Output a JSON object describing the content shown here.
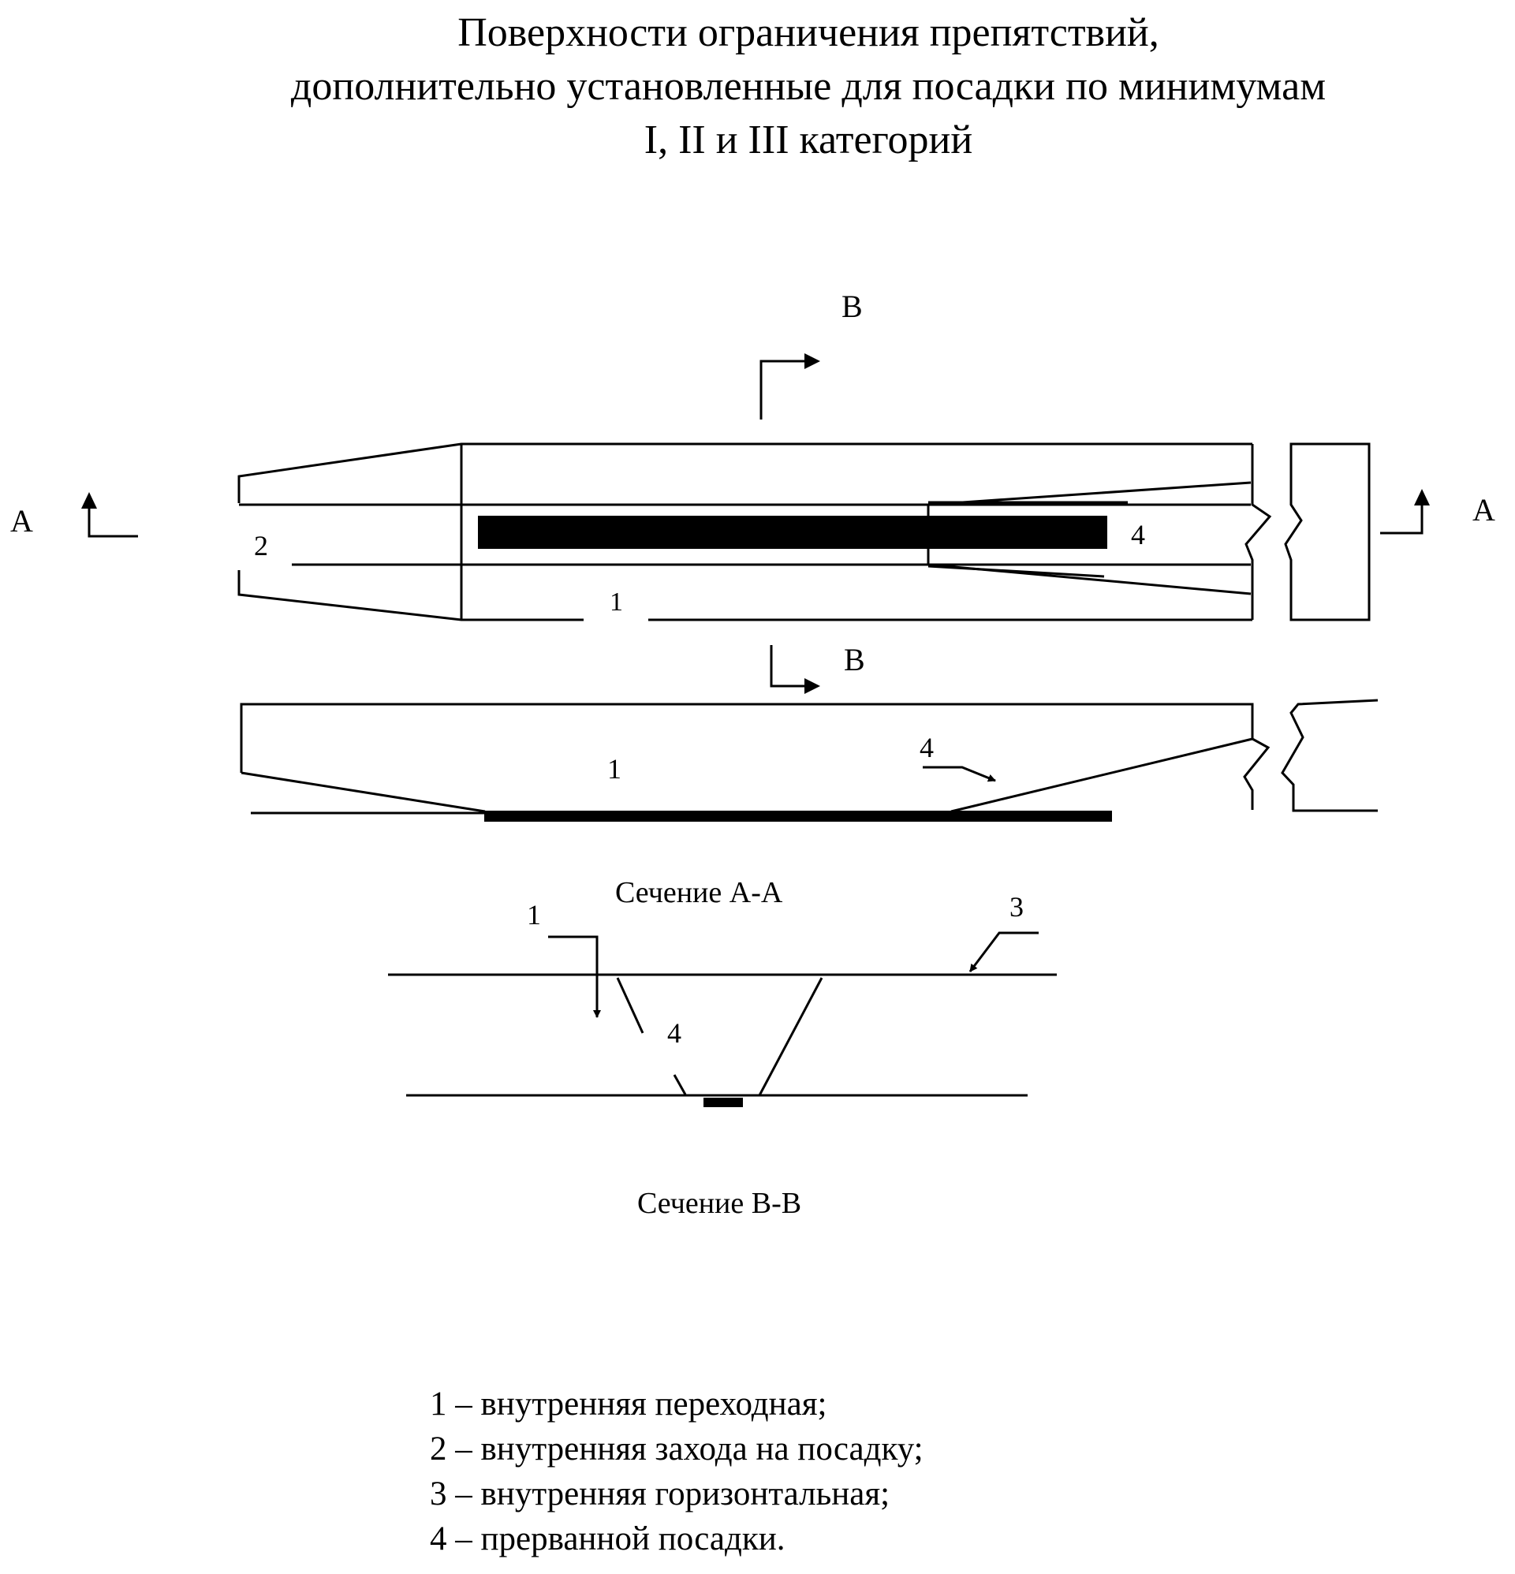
{
  "title": {
    "line1": "Поверхности ограничения препятствий,",
    "line2": "дополнительно установленные для посадки по минимумам",
    "line3": "I, II и III категорий"
  },
  "plan_view": {
    "section_marker_a": "А",
    "section_marker_b": "В",
    "surface_labels": {
      "inner_transitional": "1",
      "inner_approach": "2",
      "balked_landing": "4"
    }
  },
  "profile_view": {
    "section_marker_b": "В",
    "surface_labels": {
      "inner_transitional": "1",
      "balked_landing": "4"
    }
  },
  "section_aa": {
    "caption": "Сечение А-А",
    "surface_labels": {
      "inner_transitional": "1",
      "inner_horizontal": "3",
      "balked_landing": "4"
    }
  },
  "section_bb": {
    "caption": "Сечение В-В"
  },
  "legend": {
    "items": [
      "1 – внутренняя переходная;",
      "2 – внутренняя захода на посадку;",
      "3 – внутренняя горизонтальная;",
      "4 – прерванной посадки."
    ]
  },
  "colors": {
    "line": "#000000",
    "runway": "#000000",
    "background": "#ffffff"
  }
}
